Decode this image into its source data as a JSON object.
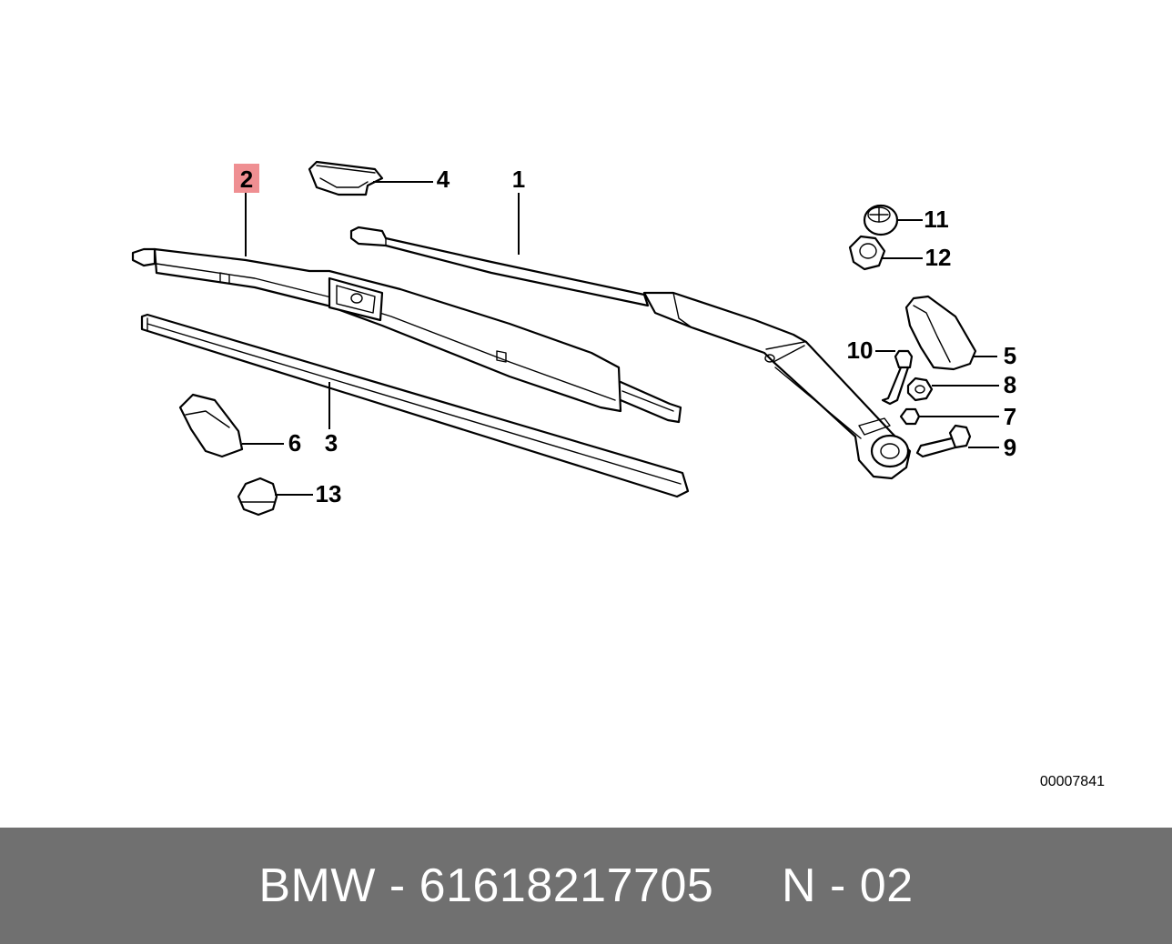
{
  "callouts": {
    "c1": "1",
    "c2": "2",
    "c3": "3",
    "c4": "4",
    "c5": "5",
    "c6": "6",
    "c7": "7",
    "c8": "8",
    "c9": "9",
    "c10": "10",
    "c11": "11",
    "c12": "12",
    "c13": "13"
  },
  "highlighted_callout": "2",
  "highlight_color": "#ef8f92",
  "diagram_number": "00007841",
  "footer": {
    "part_label": "BMW - 61618217705     N - 02",
    "background_color": "#707070"
  }
}
